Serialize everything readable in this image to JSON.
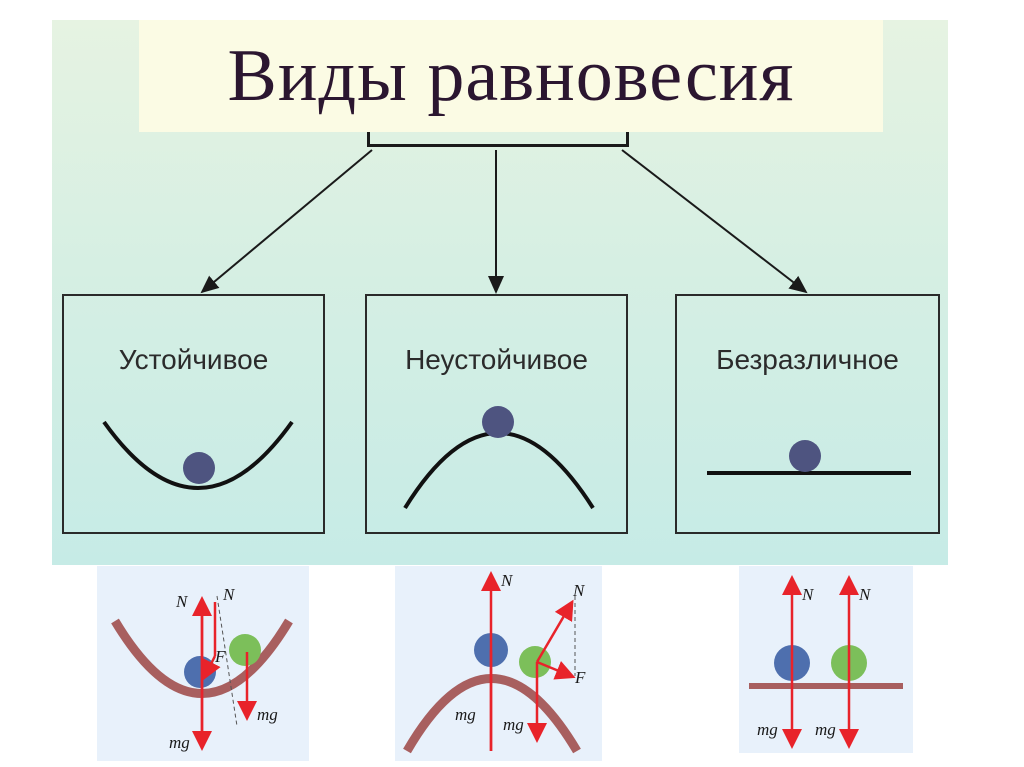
{
  "title": "Виды равновесия",
  "types": [
    {
      "label": "Устойчивое"
    },
    {
      "label": "Неустойчивое"
    },
    {
      "label": "Безразличное"
    }
  ],
  "vectors": {
    "normal": "N⃗",
    "gravity": "mg⃗",
    "force": "F⃗"
  },
  "colors": {
    "ball_main": "#4e6fae",
    "ball_green": "#7cbf5a",
    "vector_red": "#e8232a",
    "surface": "#a85f5f",
    "panel_bg": "#e8f1fb"
  }
}
